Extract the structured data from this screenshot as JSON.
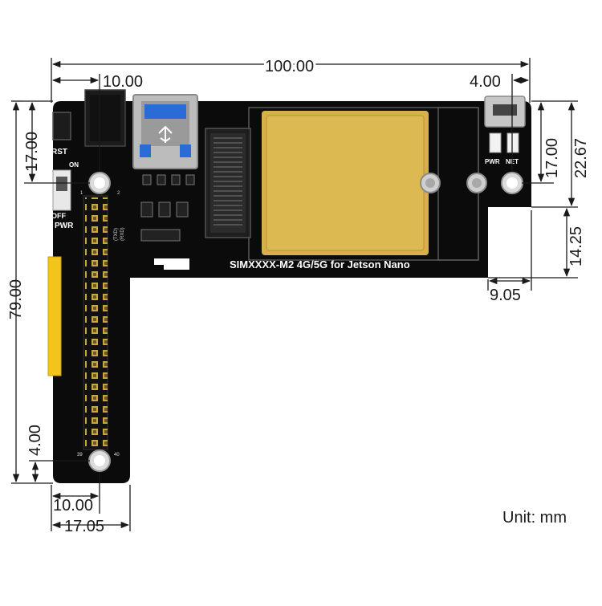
{
  "board": {
    "title": "SIMXXXX-M2 4G/5G for Jetson Nano",
    "labels": {
      "rst": "RST",
      "on": "ON",
      "off": "OFF",
      "pwr": "PWR",
      "pwr_led": "PWR",
      "net_led": "NET",
      "txd": "(TXD)",
      "rxd": "(RXD)",
      "pin_1": "1",
      "pin_2": "2",
      "pin_39": "39",
      "pin_40": "40"
    },
    "colors": {
      "pcb": "#0b0b0b",
      "module": "#d6b04a",
      "gold": "#e0b93a",
      "header_yellow": "#f3c51a",
      "usb_blue": "#2a6bd6"
    }
  },
  "dimensions": {
    "total_width": "100.00",
    "hole_left_x": "10.00",
    "hole_right_x": "4.00",
    "hole_top_y": "17.00",
    "hole_right_y": "17.00",
    "right_height": "22.67",
    "notch_height": "14.25",
    "notch_width": "9.05",
    "left_height": "79.00",
    "hole_bottom_y": "4.00",
    "bottom_hole_x": "10.00",
    "bottom_width": "17.05"
  },
  "unit_label": "Unit: mm"
}
